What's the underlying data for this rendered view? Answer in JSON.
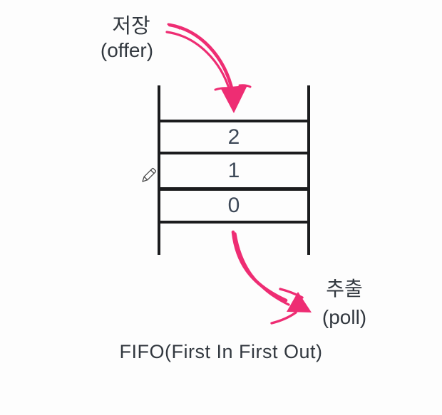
{
  "labels": {
    "offer_ko": "저장",
    "offer_en": "(offer)",
    "poll_ko": "추출",
    "poll_en": "(poll)",
    "caption": "FIFO(First In First Out)"
  },
  "queue": {
    "cells": [
      "2",
      "1",
      "0"
    ]
  },
  "icons": {
    "offer_arrow": "curved-arrow-down-icon",
    "poll_arrow": "curved-arrow-right-down-icon",
    "cursor": "pencil-cursor-icon"
  },
  "colors": {
    "arrow_pink": "#ee2d73",
    "text_dark": "#32383f",
    "num_color": "#3d4857",
    "line_black": "#1b1c1e",
    "bg": "#fdfdfd"
  }
}
